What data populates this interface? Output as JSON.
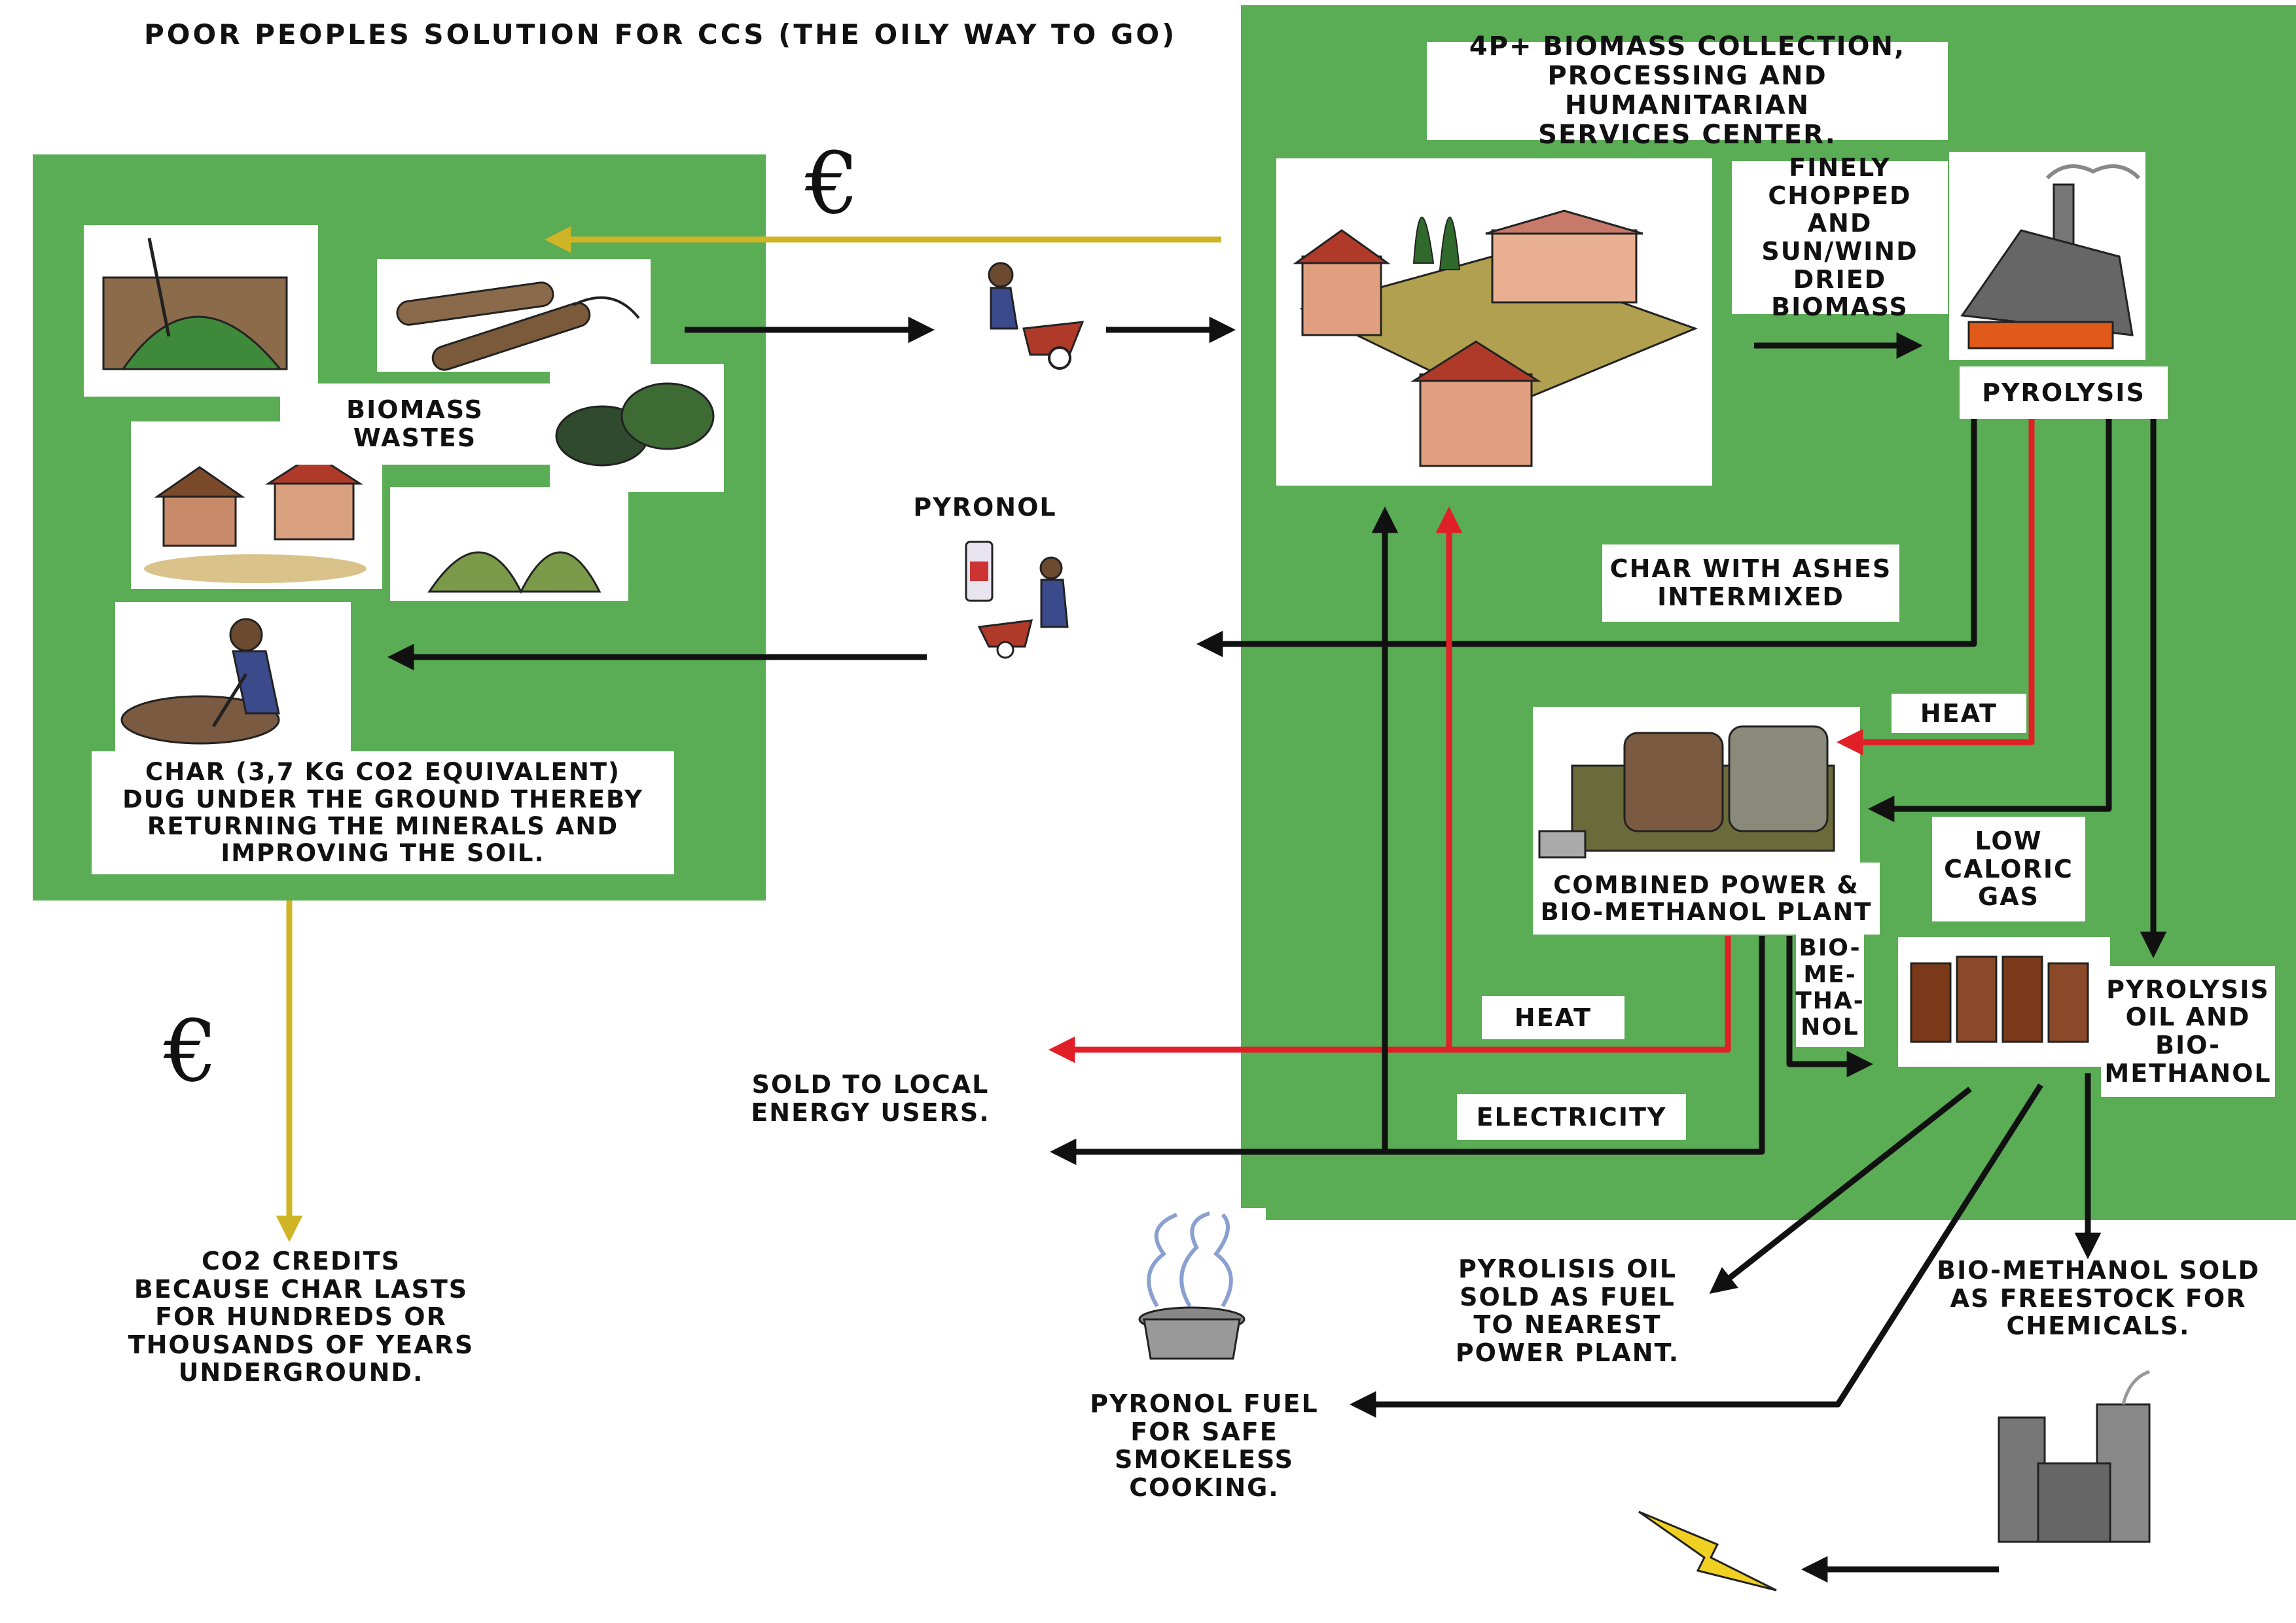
{
  "title": "POOR PEOPLES SOLUTION FOR CCS (THE OILY WAY TO GO)",
  "colors": {
    "panel_green": "#5aad55",
    "arrow_black": "#111111",
    "arrow_red": "#e01f26",
    "arrow_gold": "#cfb526"
  },
  "currency_symbol": "€",
  "labels": {
    "center": "4P+ BIOMASS COLLECTION,\nPROCESSING AND HUMANITARIAN\nSERVICES CENTER.",
    "biomass_wastes": "BIOMASS\nWASTES",
    "finely_chopped": "FINELY\nCHOPPED\nAND SUN/WIND\nDRIED\nBIOMASS",
    "pyrolysis": "PYROLYSIS",
    "pyronol": "PYRONOL",
    "char_ashes": "CHAR WITH ASHES\nINTERMIXED",
    "heat_top": "HEAT",
    "char_dug": "CHAR (3,7 KG CO2 EQUIVALENT)\nDUG UNDER THE GROUND THEREBY\nRETURNING THE MINERALS AND\nIMPROVING THE SOIL.",
    "combined_power": "COMBINED POWER &\nBIO-METHANOL PLANT",
    "low_caloric_gas": "LOW\nCALORIC\nGAS",
    "bio_methanol_vertical": "BIO-\nME-\nTHA-\nNOL",
    "pyrolysis_oil": "PYROLYSIS\nOIL AND\nBIO-\nMETHANOL",
    "heat_bottom": "HEAT",
    "electricity": "ELECTRICITY",
    "sold_local": "SOLD TO LOCAL\nENERGY USERS.",
    "co2_credits": "CO2 CREDITS\nBECAUSE CHAR LASTS\nFOR HUNDREDS OR\nTHOUSANDS OF YEARS\nUNDERGROUND.",
    "pyrolisis_oil_sold": "PYROLISIS OIL\nSOLD AS FUEL\nTO NEAREST\nPOWER PLANT.",
    "bio_methanol_sold": "BIO-METHANOL SOLD\nAS FREESTOCK FOR\nCHEMICALS.",
    "pyronol_fuel": "PYRONOL FUEL\nFOR SAFE\nSMOKELESS\nCOOKING."
  }
}
